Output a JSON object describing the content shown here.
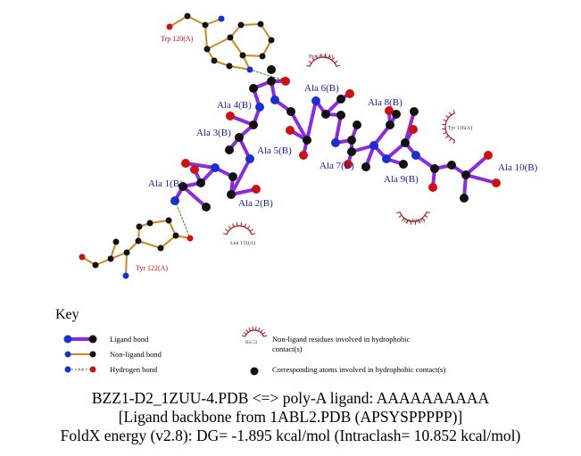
{
  "residues": {
    "ligand": [
      "Ala 1(B)",
      "Ala 2(B)",
      "Ala 3(B)",
      "Ala 4(B)",
      "Ala 5(B)",
      "Ala 6(B)",
      "Ala 7(B)",
      "Ala 8(B)",
      "Ala 9(B)",
      "Ala 10(B)"
    ],
    "h_bonded": [
      "Trp 120(A)",
      "Tyr 122(A)"
    ],
    "hydrophobic": [
      "Pro 133(A)",
      "Leu 131(A)",
      "Tyr 136(A)",
      "Tyr 91(A)"
    ]
  },
  "key": {
    "title": "Key",
    "ligand_bond": "Ligand bond",
    "nonligand_bond": "Non-ligand bond",
    "hydrogen_bond": "Hydrogen bond",
    "hbond_length": "3.0",
    "hyd_example_label": "His 53",
    "hyd_residues_line1": "Non-ligand residues involved in hydrophobic",
    "hyd_residues_line2": "contact(s)",
    "hyd_atoms": "Corresponding atoms involved in hydrophobic contact(s)"
  },
  "caption": {
    "line1": "BZZ1-D2_1ZUU-4.PDB <=> poly-A ligand: AAAAAAAAAA",
    "line2": "[Ligand backbone from 1ABL2.PDB (APSYSPPPPP)]",
    "line3": "FoldX energy (v2.8): DG= -1.895 kcal/mol (Intraclash= 10.852 kcal/mol)"
  },
  "colors": {
    "ligand_bond": "#8a2be2",
    "nonligand_bond": "#d4861a",
    "hbond": "#2e8b2e",
    "carbon": "#111111",
    "nitrogen": "#1830d0",
    "oxygen": "#d01010",
    "ligand_label": "#1a1aa8",
    "env_label": "#c01010",
    "arc": "#c01010"
  }
}
